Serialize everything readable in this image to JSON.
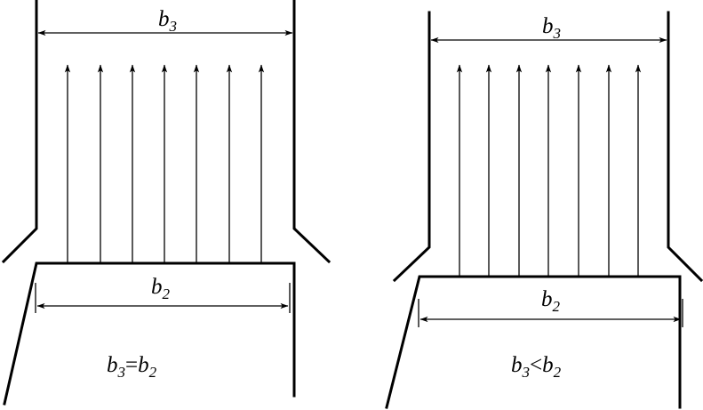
{
  "panels": [
    {
      "id": "left",
      "top_dim": {
        "base": "b",
        "sub": "3"
      },
      "bottom_dim": {
        "base": "b",
        "sub": "2"
      },
      "relation": {
        "lhs_base": "b",
        "lhs_sub": "3",
        "op": "=",
        "rhs_base": "b",
        "rhs_sub": "2"
      },
      "flow_arrow_count": 7
    },
    {
      "id": "right",
      "top_dim": {
        "base": "b",
        "sub": "3"
      },
      "bottom_dim": {
        "base": "b",
        "sub": "2"
      },
      "relation": {
        "lhs_base": "b",
        "lhs_sub": "3",
        "op": "<",
        "rhs_base": "b",
        "rhs_sub": "2"
      },
      "flow_arrow_count": 7
    }
  ],
  "colors": {
    "stroke": "#000000",
    "background": "#ffffff"
  }
}
